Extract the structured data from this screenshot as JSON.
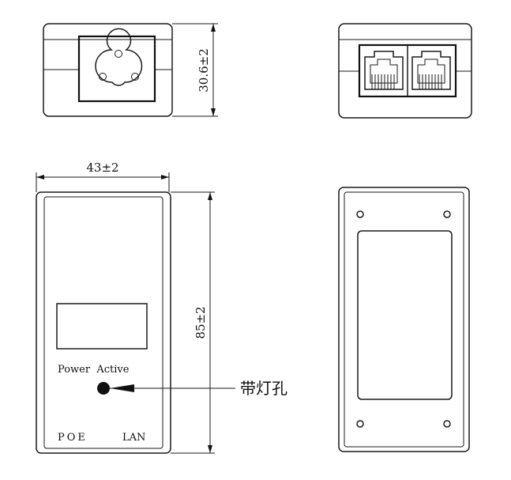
{
  "drawing": {
    "dimensions": {
      "height_front": "30.6±2",
      "width_top": "43±2",
      "length_side": "85±2"
    },
    "labels": {
      "indicator_text": "Power  Active",
      "port_poe": "POE",
      "port_lan": "LAN",
      "callout": "带灯孔"
    }
  }
}
